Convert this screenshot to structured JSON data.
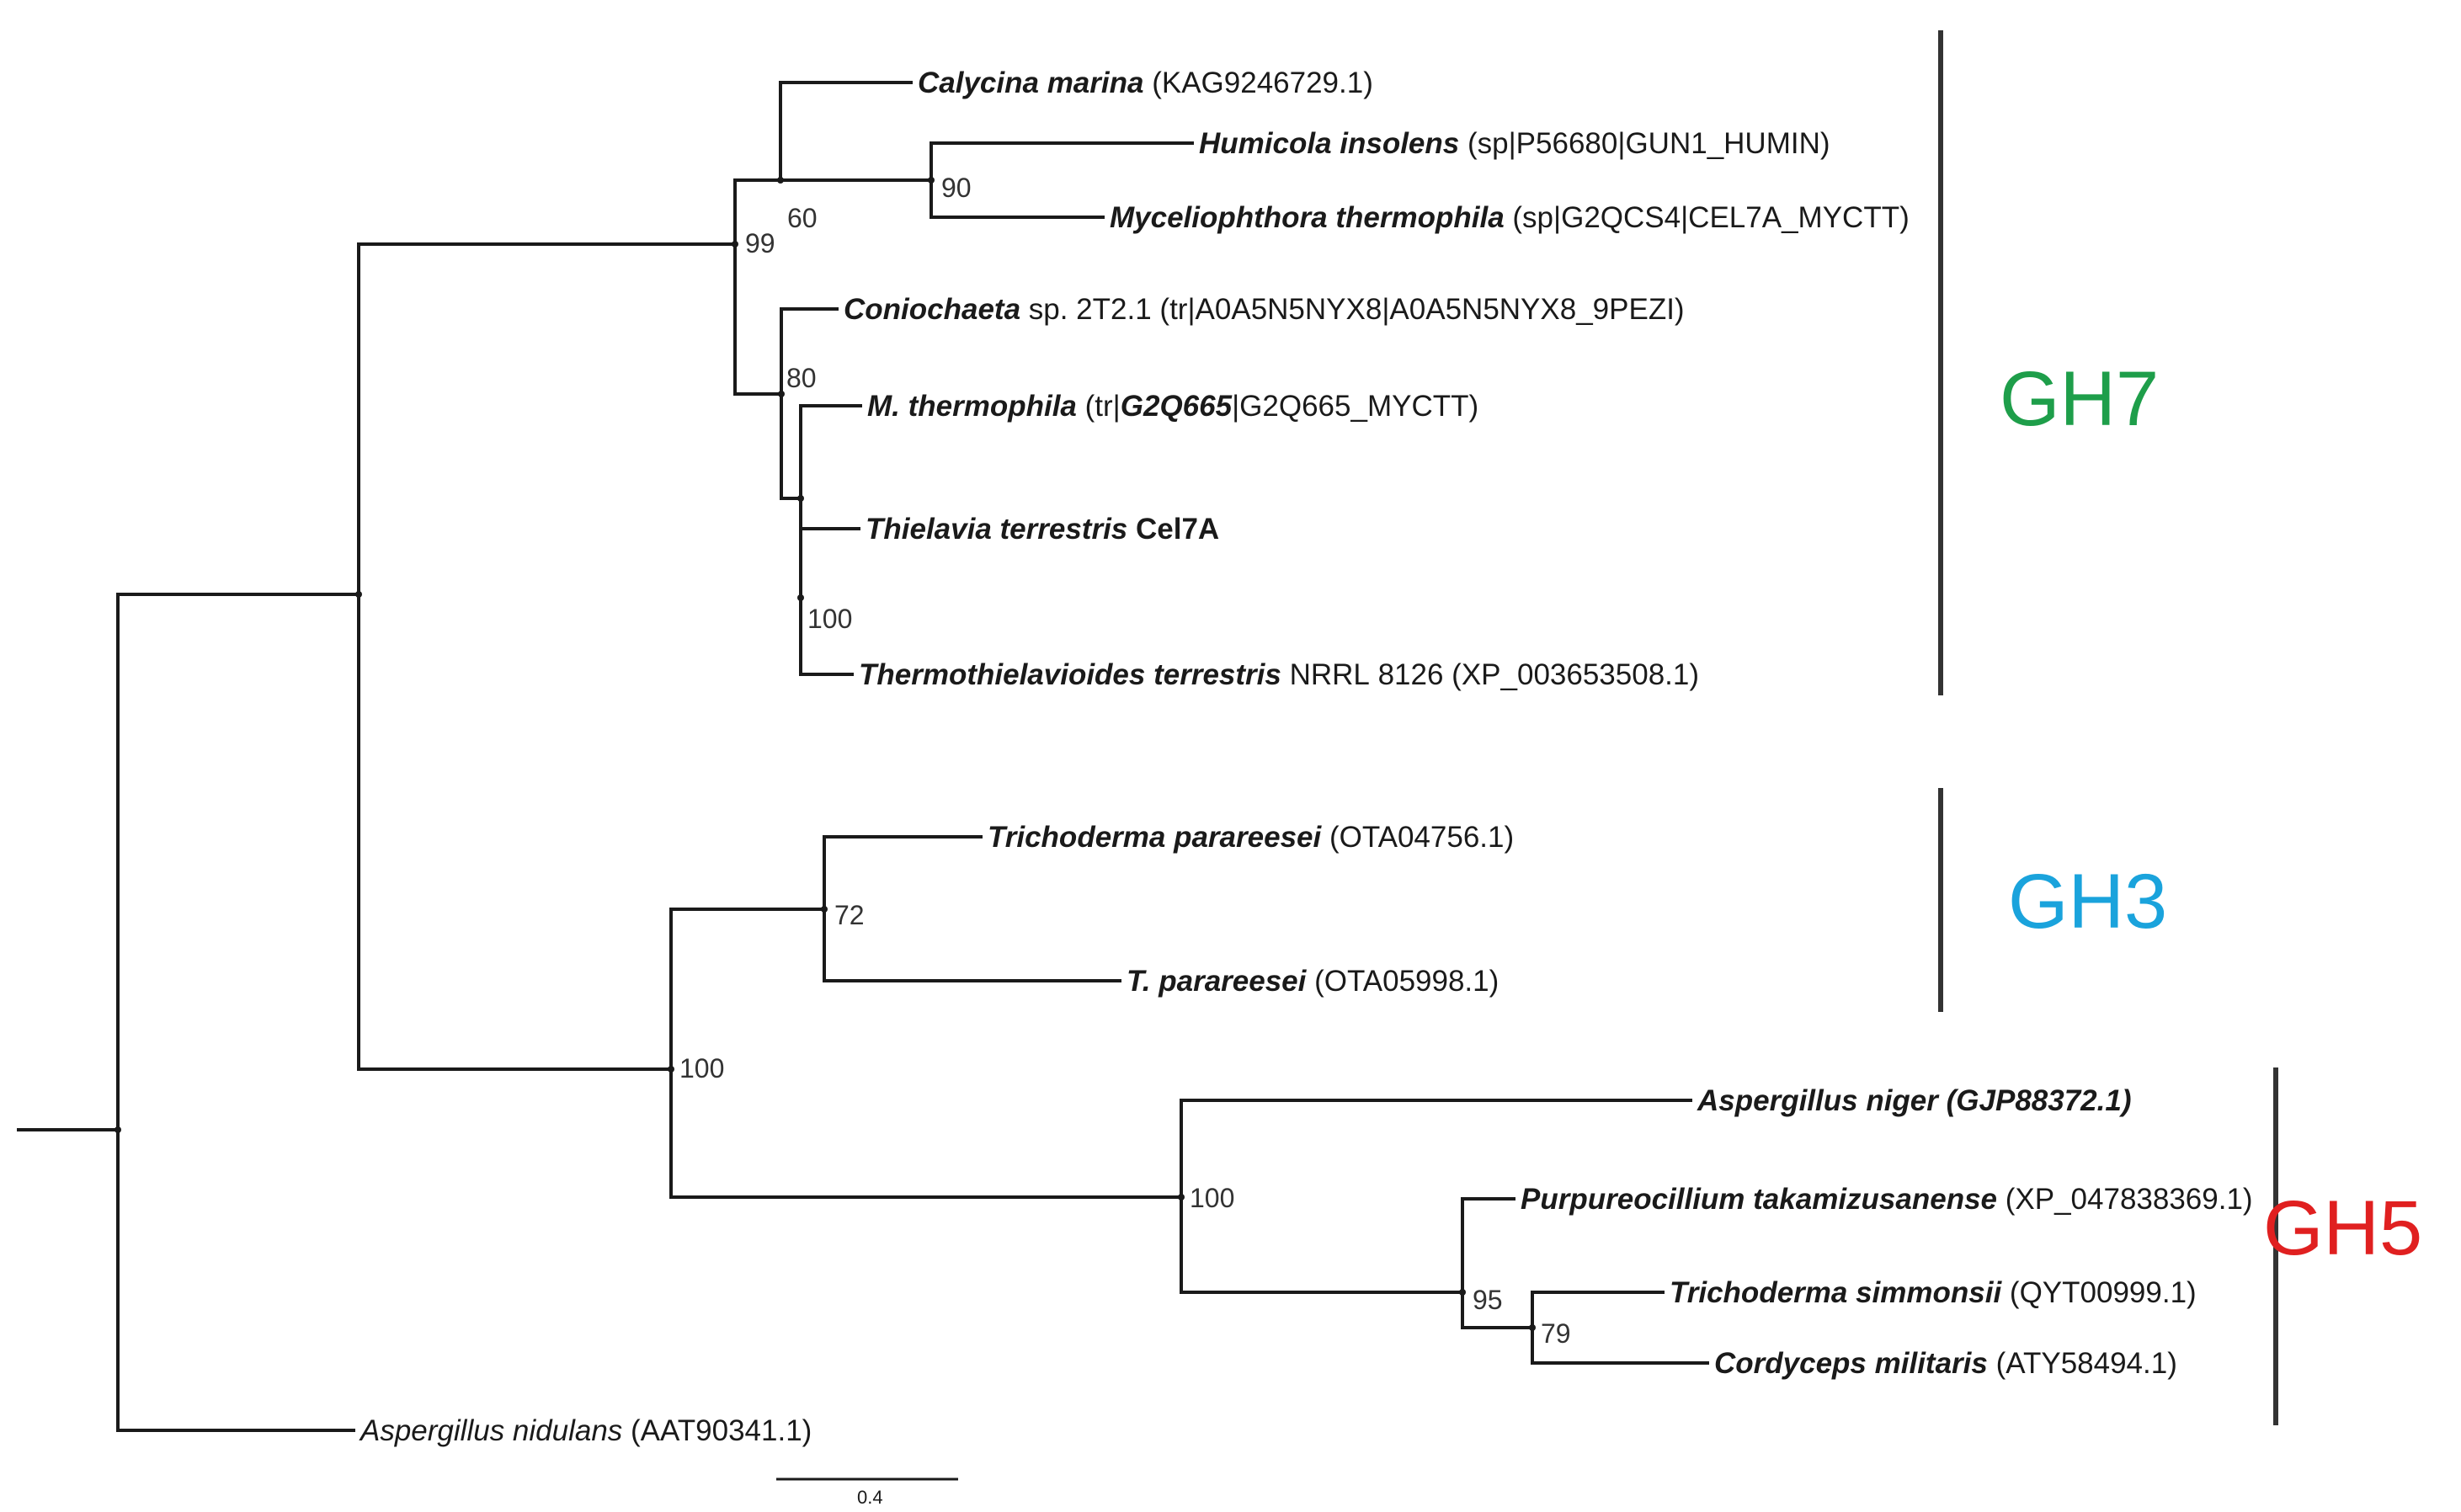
{
  "leaves": [
    {
      "id": "calycina",
      "segments": [
        {
          "t": "Calycina marina",
          "s": "it"
        },
        {
          "t": " (KAG9246729.1)",
          "s": ""
        }
      ]
    },
    {
      "id": "humicola",
      "segments": [
        {
          "t": "Humicola insolens",
          "s": "it"
        },
        {
          "t": " (sp|P56680|GUN1_HUMIN)",
          "s": ""
        }
      ]
    },
    {
      "id": "myceliophthora",
      "segments": [
        {
          "t": "Myceliophthora thermophila",
          "s": "it"
        },
        {
          "t": " (sp|G2QCS4|CEL7A_MYCTT)",
          "s": ""
        }
      ]
    },
    {
      "id": "coniochaeta",
      "segments": [
        {
          "t": "Coniochaeta",
          "s": "it"
        },
        {
          "t": " sp. 2T2.1 (tr|A0A5N5NYX8|A0A5N5NYX8_9PEZI)",
          "s": ""
        }
      ]
    },
    {
      "id": "mthermophila",
      "segments": [
        {
          "t": "M. thermophila",
          "s": "it"
        },
        {
          "t": " (tr|",
          "s": ""
        },
        {
          "t": "G2Q665",
          "s": "it"
        },
        {
          "t": "|G2Q665_MYCTT)",
          "s": ""
        }
      ]
    },
    {
      "id": "thielavia",
      "segments": [
        {
          "t": "Thielavia terrestris",
          "s": "it"
        },
        {
          "t": " Cel7A",
          "s": "bold"
        }
      ]
    },
    {
      "id": "thermothielavioides",
      "segments": [
        {
          "t": "Thermothielavioides terrestris",
          "s": "it"
        },
        {
          "t": " NRRL 8126 (XP_003653508.1)",
          "s": ""
        }
      ]
    },
    {
      "id": "tparareesei1",
      "segments": [
        {
          "t": "Trichoderma parareesei",
          "s": "it"
        },
        {
          "t": " (OTA04756.1)",
          "s": ""
        }
      ]
    },
    {
      "id": "tparareesei2",
      "segments": [
        {
          "t": "T. parareesei",
          "s": "it"
        },
        {
          "t": " (OTA05998.1)",
          "s": ""
        }
      ]
    },
    {
      "id": "aniger",
      "segments": [
        {
          "t": "Aspergillus niger",
          "s": "it"
        },
        {
          "t": " (GJP88372.1)",
          "s": "it"
        }
      ]
    },
    {
      "id": "purpureocillium",
      "segments": [
        {
          "t": "Purpureocillium takamizusanense",
          "s": "it"
        },
        {
          "t": " (XP_047838369.1)",
          "s": ""
        }
      ]
    },
    {
      "id": "tsimmonsii",
      "segments": [
        {
          "t": "Trichoderma simmonsii",
          "s": "it"
        },
        {
          "t": " (QYT00999.1)",
          "s": ""
        }
      ]
    },
    {
      "id": "cordyceps",
      "segments": [
        {
          "t": "Cordyceps militaris",
          "s": "it"
        },
        {
          "t": " (ATY58494.1)",
          "s": ""
        }
      ]
    },
    {
      "id": "anidulans",
      "segments": [
        {
          "t": "Aspergillus nidulans",
          "s": "it-plain"
        },
        {
          "t": " (AAT90341.1)",
          "s": ""
        }
      ]
    }
  ],
  "support_values": {
    "n_calycina_humicola_myce": "60",
    "n_humicola_myce": "90",
    "n_gh7_root": "99",
    "n_conio_group": "80",
    "n_thielavia_pair": "100",
    "n_tparareesei": "72",
    "n_gh3_gh5": "100",
    "n_gh5": "100",
    "n_purp_group": "95",
    "n_tsim_cordy": "79"
  },
  "clades": [
    {
      "id": "gh7",
      "label": "GH7",
      "color": "#1e9e4a"
    },
    {
      "id": "gh3",
      "label": "GH3",
      "color": "#1aa3dc"
    },
    {
      "id": "gh5",
      "label": "GH5",
      "color": "#e02020"
    }
  ],
  "scale_bar": {
    "label": "0.4"
  }
}
